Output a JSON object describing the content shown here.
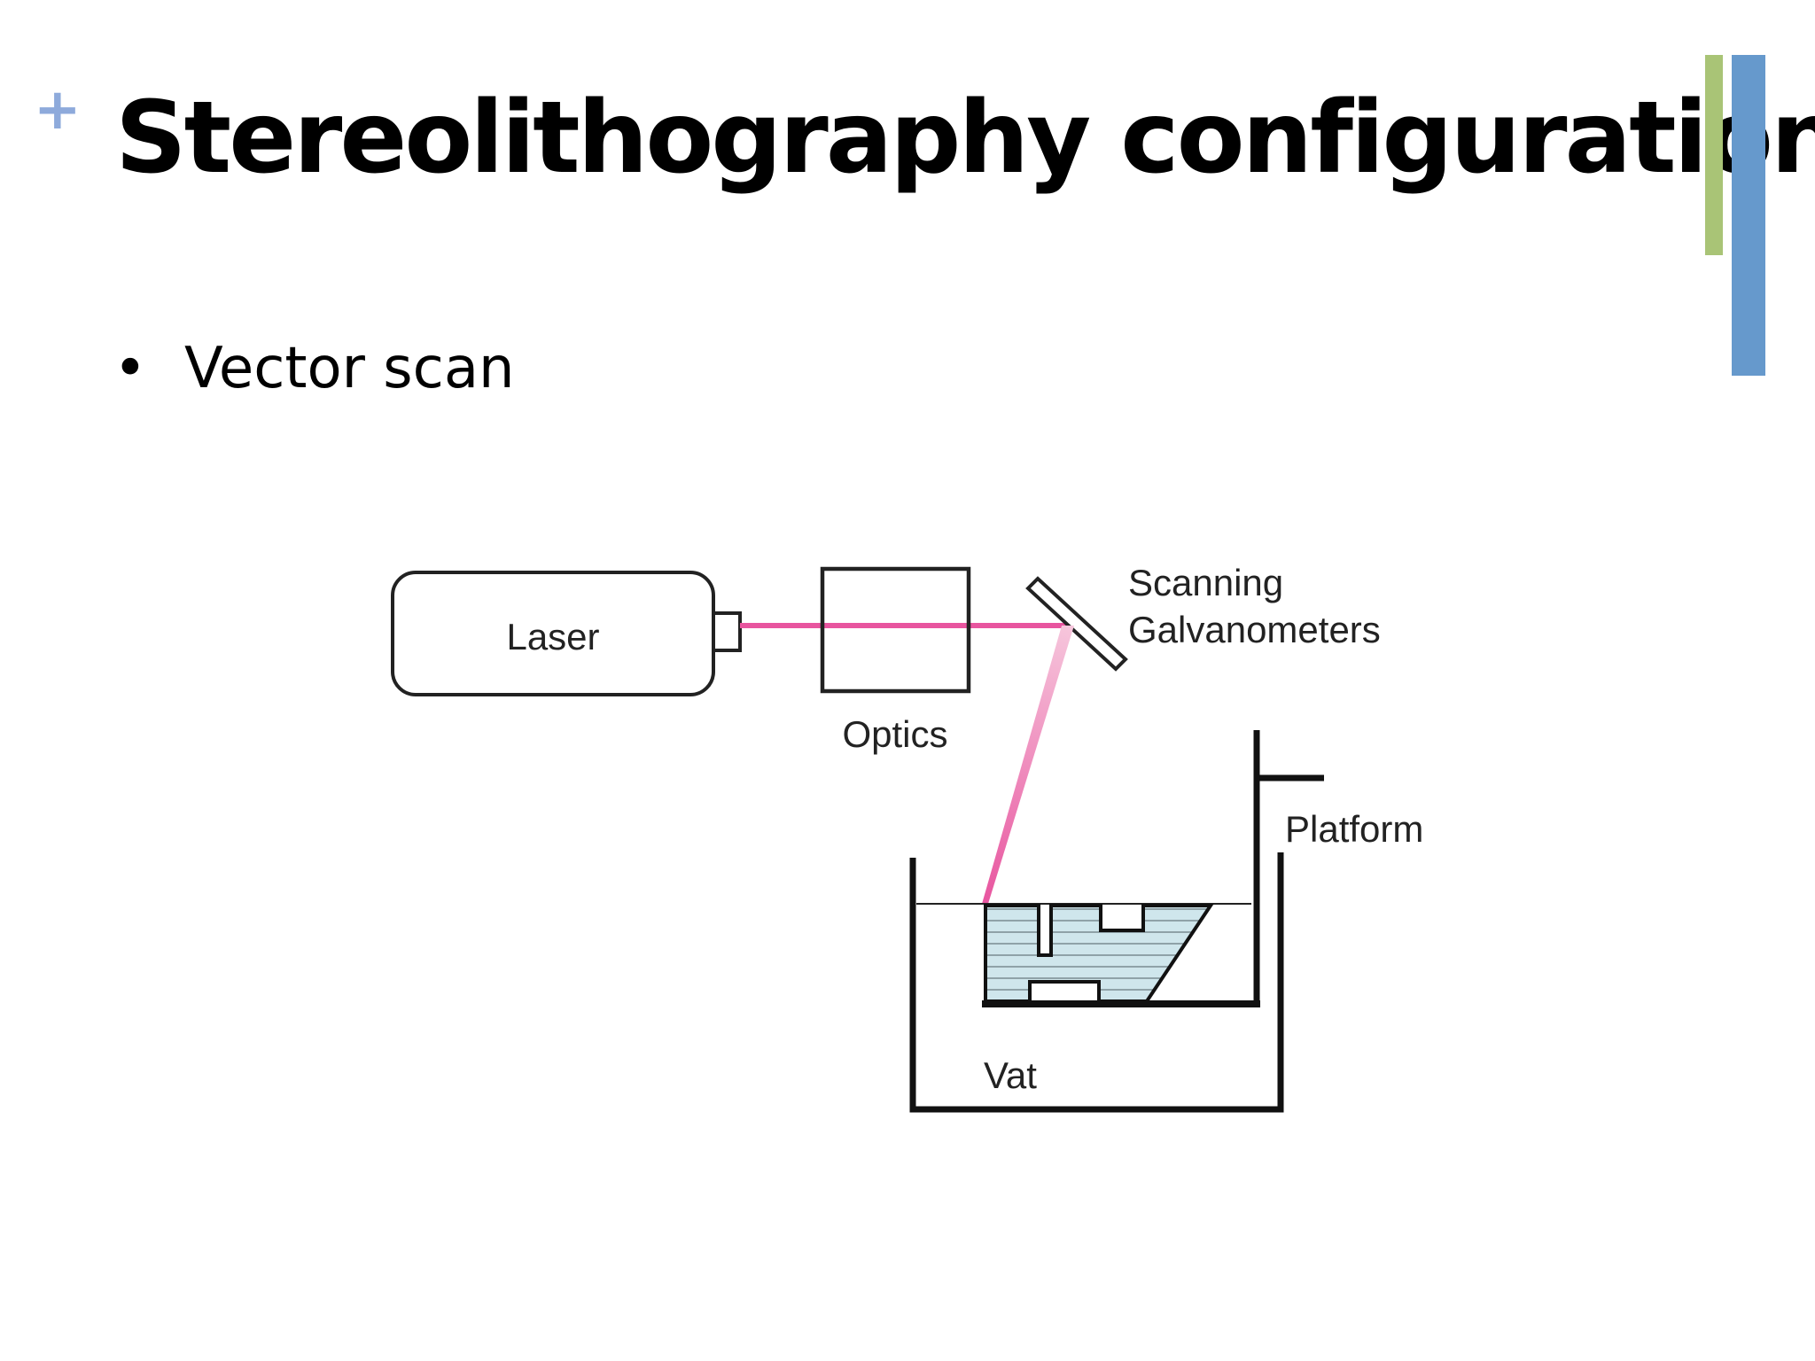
{
  "slide": {
    "plus": "+",
    "title": "Stereolithography configurations",
    "bullet": {
      "marker": "•",
      "text": "Vector scan"
    }
  },
  "diagram": {
    "labels": {
      "laser": "Laser",
      "optics": "Optics",
      "scanning_line1": "Scanning",
      "scanning_line2": "Galvanometers",
      "platform": "Platform",
      "vat": "Vat"
    }
  },
  "colors": {
    "beam": "#e8559f",
    "accent_green": "#a9c476",
    "accent_blue": "#6699cc",
    "plus": "#8eaadb",
    "part_fill": "#cfe6ec"
  }
}
